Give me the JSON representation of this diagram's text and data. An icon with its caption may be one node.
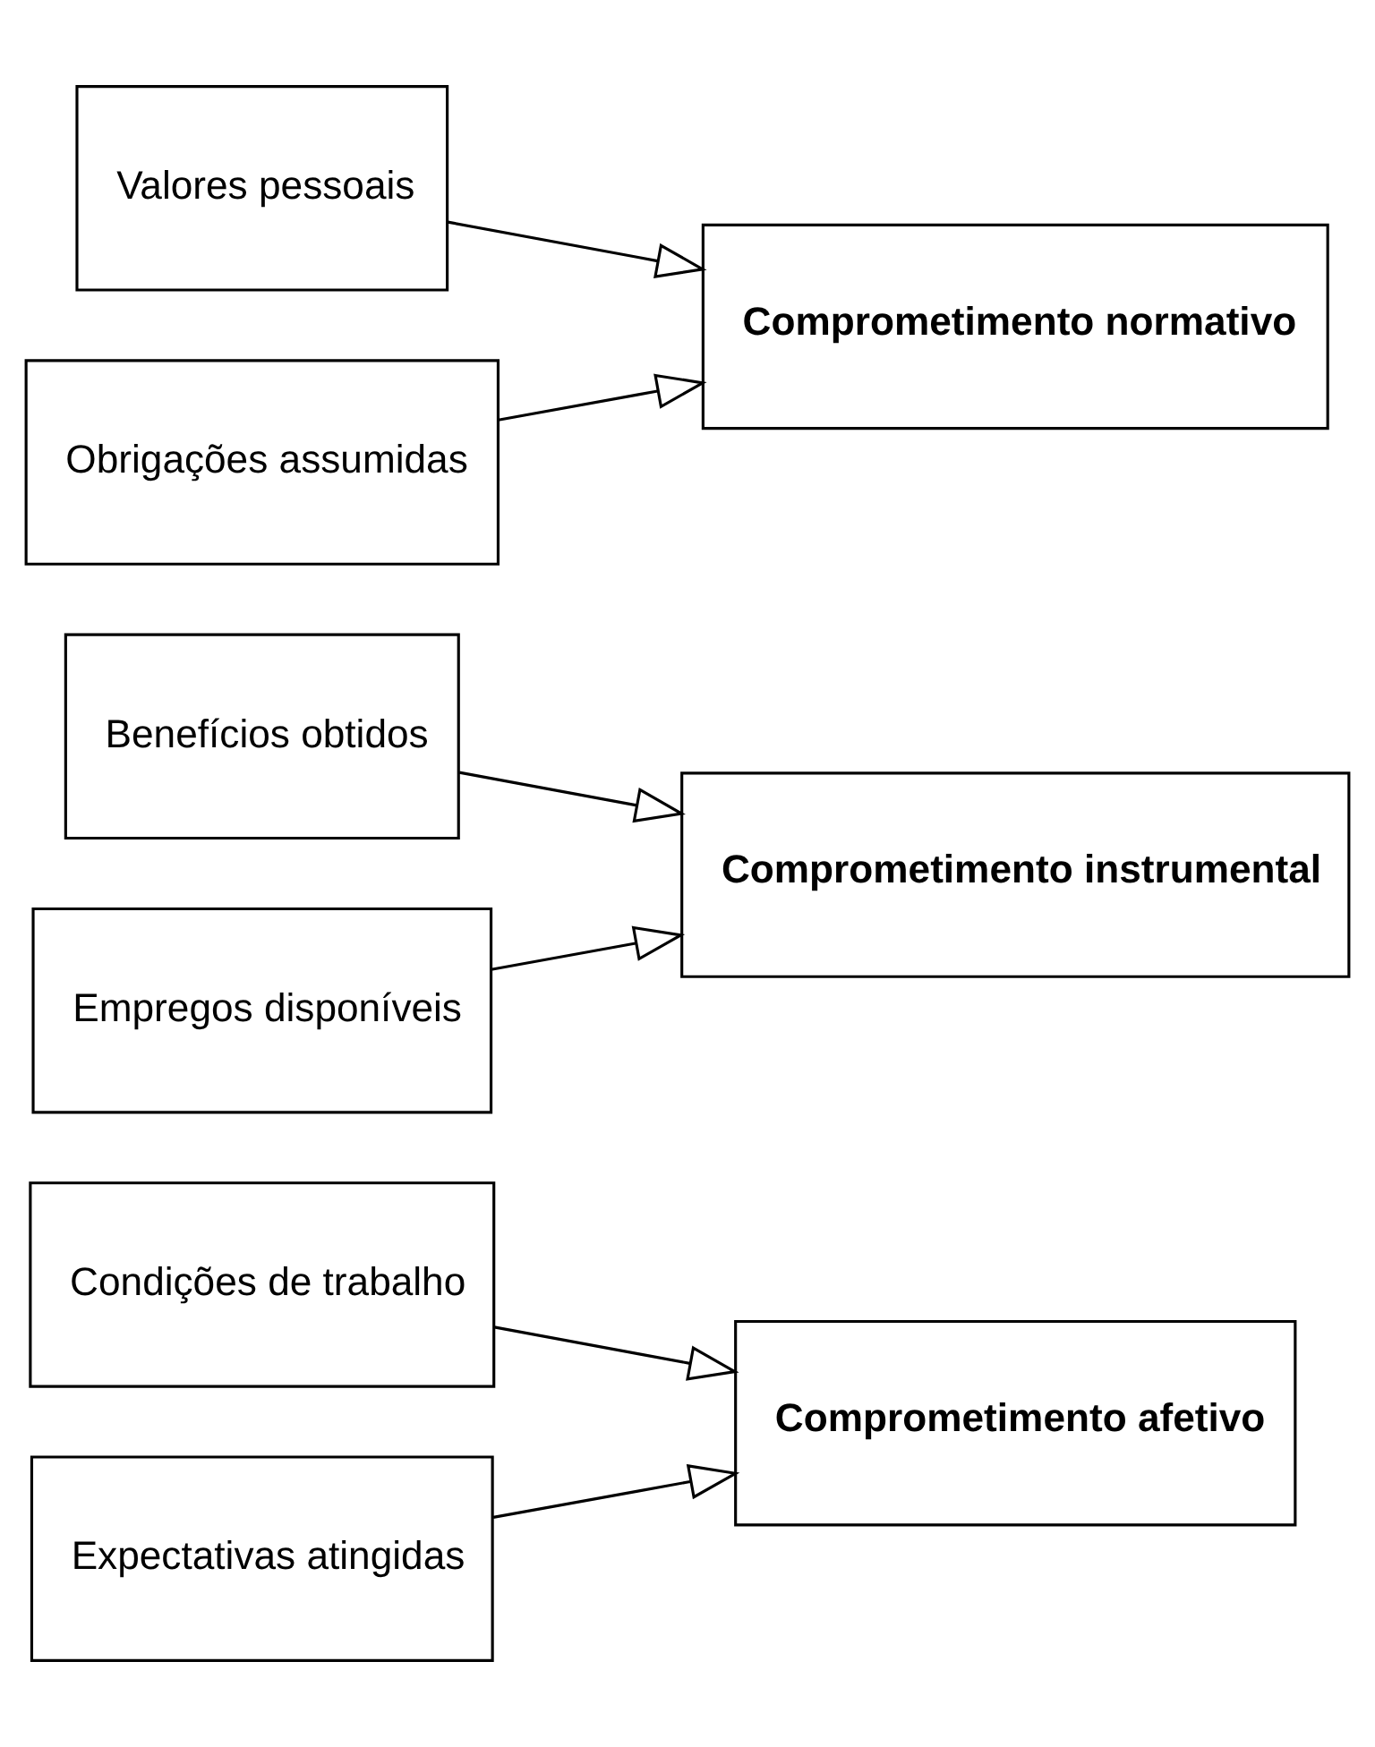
{
  "diagram": {
    "nodes": [
      {
        "text": [
          "Condições de trabalho"
        ]
      },
      {
        "text": [
          "Expectativas atingidas"
        ]
      },
      {
        "text": [
          "Benefícios obtidos"
        ]
      },
      {
        "text": [
          "Empregos disponíveis"
        ]
      },
      {
        "text": [
          "Valores pessoais"
        ]
      },
      {
        "text": [
          "Obrigações assumidas"
        ]
      },
      {
        "text": [
          "Comprometimento afetivo"
        ]
      },
      {
        "text": [
          "Comprometimento instrumental"
        ]
      },
      {
        "text": [
          "Comprometimento normativo"
        ]
      }
    ],
    "edges": [
      {
        "from": 0,
        "to": 6,
        "arrow": "to"
      },
      {
        "from": 1,
        "to": 6,
        "arrow": "to"
      },
      {
        "from": 2,
        "to": 7,
        "arrow": "to"
      },
      {
        "from": 3,
        "to": 7,
        "arrow": "to"
      },
      {
        "from": 4,
        "to": 8,
        "arrow": "to"
      },
      {
        "from": 5,
        "to": 8,
        "arrow": "to"
      }
    ]
  }
}
